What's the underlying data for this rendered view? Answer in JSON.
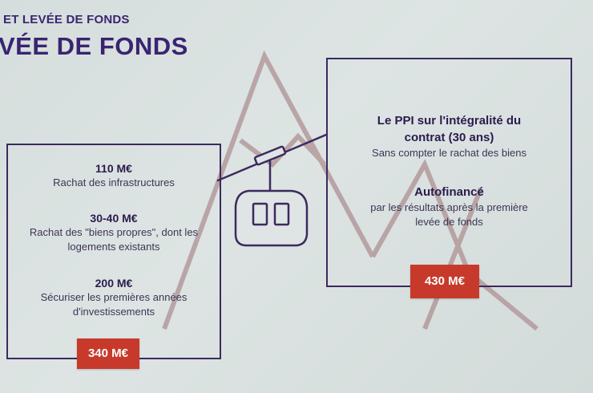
{
  "header": {
    "kicker": "ET LEVÉE DE FONDS",
    "title": "VÉE DE FONDS"
  },
  "left_box": {
    "items": [
      {
        "amount": "110 M€",
        "desc_lines": [
          "Rachat des infrastructures"
        ]
      },
      {
        "amount": "30-40 M€",
        "desc_lines": [
          "Rachat des \"biens propres\", dont les",
          "logements existants"
        ]
      },
      {
        "amount": "200 M€",
        "desc_lines": [
          "Sécuriser les premières années",
          "d'investissements"
        ]
      }
    ],
    "total": "340 M€"
  },
  "right_box": {
    "headline_lines": [
      "Le PPI sur l'intégralité du",
      "contrat (30 ans)"
    ],
    "headline_desc": "Sans compter le rachat des biens",
    "subhead": "Autofinancé",
    "subhead_desc_lines": [
      "par les résultats après la première",
      "levée de fonds"
    ],
    "total": "430 M€"
  },
  "colors": {
    "accent_red": "#c73a2b",
    "title_purple": "#3a2470",
    "line_dark": "#3b2a5e",
    "mountain_outline": "#b49a9a"
  },
  "icons": [
    "mountain-outline-icon",
    "cable-car-icon"
  ]
}
